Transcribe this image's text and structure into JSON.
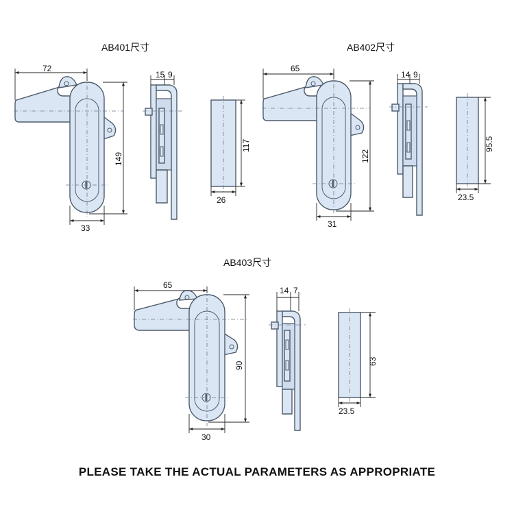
{
  "colors": {
    "part_fill": "#dbe6f4",
    "outline": "#4d5b6b",
    "text": "#111111"
  },
  "models": [
    {
      "title": "AB401尺寸",
      "width": "72",
      "height": "149",
      "body_width": "33",
      "side_a": "15",
      "side_b": "9",
      "section_height": "117",
      "section_width": "26"
    },
    {
      "title": "AB402尺寸",
      "width": "65",
      "height": "122",
      "body_width": "31",
      "side_a": "14",
      "side_b": "9",
      "section_height": "95.5",
      "section_width": "23.5"
    },
    {
      "title": "AB403尺寸",
      "width": "65",
      "height": "90",
      "body_width": "30",
      "side_a": "14",
      "side_b": "7",
      "section_height": "63",
      "section_width": "23.5"
    }
  ],
  "footer_note": "PLEASE TAKE THE ACTUAL PARAMETERS AS APPROPRIATE"
}
